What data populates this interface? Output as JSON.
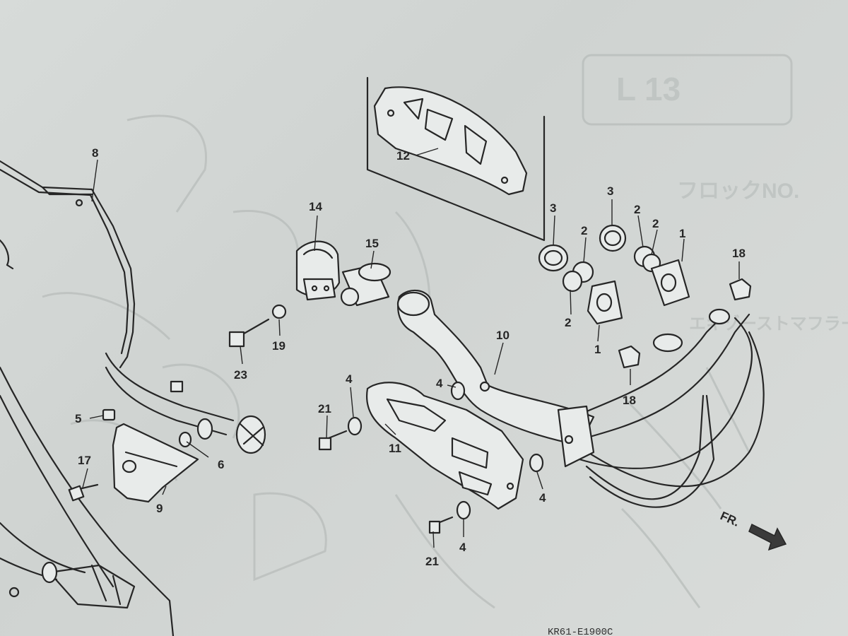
{
  "callouts": [
    {
      "id": "c8",
      "label": "8"
    },
    {
      "id": "c12",
      "label": "12"
    },
    {
      "id": "c14",
      "label": "14"
    },
    {
      "id": "c15",
      "label": "15"
    },
    {
      "id": "c3a",
      "label": "3"
    },
    {
      "id": "c3b",
      "label": "3"
    },
    {
      "id": "c2a",
      "label": "2"
    },
    {
      "id": "c2b",
      "label": "2"
    },
    {
      "id": "c2c",
      "label": "2"
    },
    {
      "id": "c2d",
      "label": "2"
    },
    {
      "id": "c1a",
      "label": "1"
    },
    {
      "id": "c1b",
      "label": "1"
    },
    {
      "id": "c18a",
      "label": "18"
    },
    {
      "id": "c18b",
      "label": "18"
    },
    {
      "id": "c10",
      "label": "10"
    },
    {
      "id": "c19",
      "label": "19"
    },
    {
      "id": "c23",
      "label": "23"
    },
    {
      "id": "c5",
      "label": "5"
    },
    {
      "id": "c6",
      "label": "6"
    },
    {
      "id": "c17",
      "label": "17"
    },
    {
      "id": "c9",
      "label": "9"
    },
    {
      "id": "c21a",
      "label": "21"
    },
    {
      "id": "c21b",
      "label": "21"
    },
    {
      "id": "c4a",
      "label": "4"
    },
    {
      "id": "c4b",
      "label": "4"
    },
    {
      "id": "c4c",
      "label": "4"
    },
    {
      "id": "c4d",
      "label": "4"
    },
    {
      "id": "c11",
      "label": "11"
    }
  ],
  "drawing_code": "KR61-E1900C",
  "direction_label": "FR.",
  "bleedthrough": {
    "page_tab": "L 13",
    "jp_line_1": "フロックNO.",
    "jp_line_2": "エキゾーストマフラー"
  }
}
